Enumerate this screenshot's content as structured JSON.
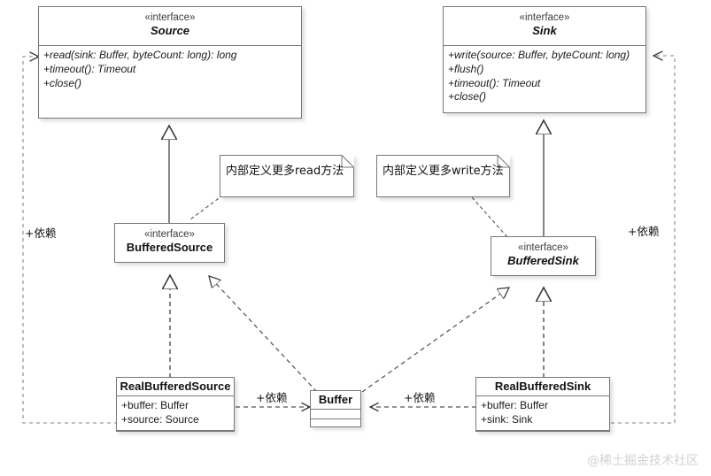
{
  "diagram": {
    "title": "Okio Source/Sink UML class diagram",
    "watermark": "@稀土掘金技术社区",
    "colors": {
      "box_border": "#777777",
      "line": "#555555",
      "text": "#111111",
      "background": "#ffffff",
      "watermark": "#d2d2d2"
    },
    "classes": [
      {
        "id": "source",
        "stereotype": "«interface»",
        "name": "Source",
        "abstract": true,
        "members": [
          "+read(sink: Buffer, byteCount: long): long",
          "+timeout(): Timeout",
          "+close()"
        ]
      },
      {
        "id": "sink",
        "stereotype": "«interface»",
        "name": "Sink",
        "abstract": true,
        "members": [
          "+write(source: Buffer, byteCount: long)",
          "+flush()",
          "+timeout(): Timeout",
          "+close()"
        ]
      },
      {
        "id": "bufferedsource",
        "stereotype": "«interface»",
        "name": "BufferedSource",
        "abstract": false,
        "members": []
      },
      {
        "id": "bufferedsink",
        "stereotype": "«interface»",
        "name": "BufferedSink",
        "abstract": true,
        "members": []
      },
      {
        "id": "realbufferedsource",
        "stereotype": "",
        "name": "RealBufferedSource",
        "abstract": false,
        "members": [
          "+buffer: Buffer",
          "+source: Source"
        ]
      },
      {
        "id": "realbufferedsink",
        "stereotype": "",
        "name": "RealBufferedSink",
        "abstract": false,
        "members": [
          "+buffer: Buffer",
          "+sink: Sink"
        ]
      },
      {
        "id": "buffer",
        "stereotype": "",
        "name": "Buffer",
        "abstract": false,
        "members": []
      }
    ],
    "notes": [
      {
        "id": "note_read",
        "text": "内部定义更多read方法",
        "attached_to": "bufferedsource"
      },
      {
        "id": "note_write",
        "text": "内部定义更多write方法",
        "attached_to": "bufferedsink"
      }
    ],
    "edge_labels": {
      "dep_left": "+依赖",
      "dep_right": "+依赖",
      "dep_buffer_left": "+依赖",
      "dep_buffer_right": "+依赖"
    },
    "relationships": [
      {
        "from": "bufferedsource",
        "to": "source",
        "type": "realization"
      },
      {
        "from": "bufferedsink",
        "to": "sink",
        "type": "realization"
      },
      {
        "from": "realbufferedsource",
        "to": "bufferedsource",
        "type": "realization"
      },
      {
        "from": "realbufferedsink",
        "to": "bufferedsink",
        "type": "realization"
      },
      {
        "from": "buffer",
        "to": "bufferedsource",
        "type": "realization"
      },
      {
        "from": "buffer",
        "to": "bufferedsink",
        "type": "realization"
      },
      {
        "from": "realbufferedsource",
        "to": "buffer",
        "type": "dependency",
        "label": "+依赖"
      },
      {
        "from": "realbufferedsink",
        "to": "buffer",
        "type": "dependency",
        "label": "+依赖"
      },
      {
        "from": "realbufferedsource",
        "to": "source",
        "type": "dependency",
        "label": "+依赖"
      },
      {
        "from": "realbufferedsink",
        "to": "sink",
        "type": "dependency",
        "label": "+依赖"
      }
    ]
  }
}
